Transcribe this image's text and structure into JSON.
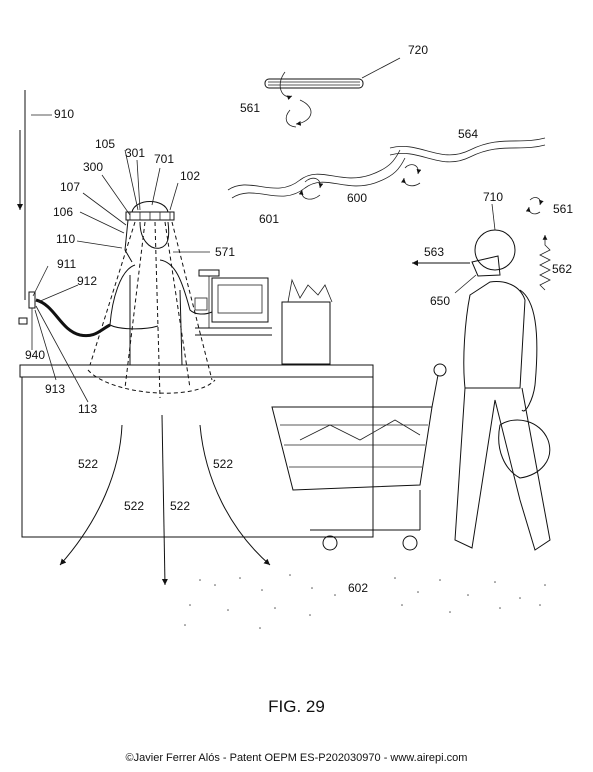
{
  "figure": {
    "caption": "FIG. 29",
    "footer": "©Javier Ferrer Alós - Patent OEPM ES-P202030970 - www.airepi.com"
  },
  "labels": {
    "l720": "720",
    "l561a": "561",
    "l564": "564",
    "l910": "910",
    "l105": "105",
    "l301": "301",
    "l701": "701",
    "l300": "300",
    "l102": "102",
    "l107": "107",
    "l106": "106",
    "l110": "110",
    "l571": "571",
    "l600": "600",
    "l601": "601",
    "l710": "710",
    "l561b": "561",
    "l563": "563",
    "l562": "562",
    "l650": "650",
    "l911": "911",
    "l912": "912",
    "l940": "940",
    "l913": "913",
    "l113": "113",
    "l522a": "522",
    "l522b": "522",
    "l522c": "522",
    "l522d": "522",
    "l602": "602"
  }
}
